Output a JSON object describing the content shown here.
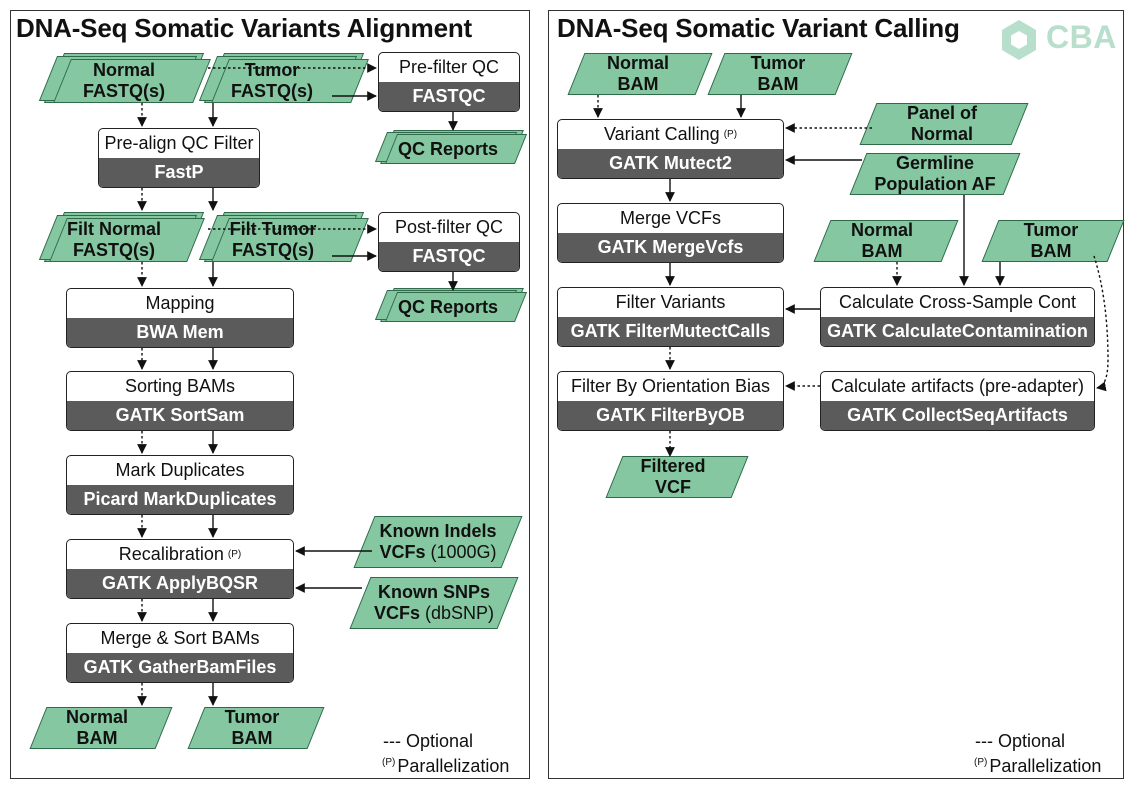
{
  "colors": {
    "data_fill": "#85c7a1",
    "data_border": "#2f6b4b",
    "tool_bar": "#5b5b5b",
    "logo": "#b7dfcb"
  },
  "left": {
    "title": "DNA-Seq Somatic Variants Alignment",
    "normal_fastq": [
      "Normal",
      "FASTQ(s)"
    ],
    "tumor_fastq": [
      "Tumor",
      "FASTQ(s)"
    ],
    "prefilter_qc": {
      "label": "Pre-filter QC",
      "tool": "FASTQC"
    },
    "qc_reports_1": "QC Reports",
    "prealign_qc": {
      "label": "Pre-align QC Filter",
      "tool": "FastP"
    },
    "filt_normal": [
      "Filt Normal",
      "FASTQ(s)"
    ],
    "filt_tumor": [
      "Filt Tumor",
      "FASTQ(s)"
    ],
    "postfilter_qc": {
      "label": "Post-filter QC",
      "tool": "FASTQC"
    },
    "qc_reports_2": "QC Reports",
    "mapping": {
      "label": "Mapping",
      "tool": "BWA Mem"
    },
    "sorting": {
      "label": "Sorting BAMs",
      "tool": "GATK SortSam"
    },
    "markdup": {
      "label": "Mark Duplicates",
      "tool": "Picard MarkDuplicates"
    },
    "recal": {
      "label": "Recalibration",
      "sup": "(P)",
      "tool": "GATK ApplyBQSR"
    },
    "known_indels": {
      "line1": "Known Indels",
      "line2_bold": "VCFs",
      "line2_rest": " (1000G)"
    },
    "known_snps": {
      "line1": "Known SNPs",
      "line2_bold": "VCFs",
      "line2_rest": " (dbSNP)"
    },
    "merge_sort": {
      "label": "Merge & Sort BAMs",
      "tool": "GATK GatherBamFiles"
    },
    "normal_bam": [
      "Normal",
      "BAM"
    ],
    "tumor_bam": [
      "Tumor",
      "BAM"
    ],
    "legend": {
      "optional": "--- Optional",
      "parallel_sup": "(P)",
      "parallel": "Parallelization"
    }
  },
  "right": {
    "title": "DNA-Seq Somatic Variant Calling",
    "logo_text": "CBA",
    "normal_bam": [
      "Normal",
      "BAM"
    ],
    "tumor_bam": [
      "Tumor",
      "BAM"
    ],
    "variant_calling": {
      "label": "Variant Calling",
      "sup": "(P)",
      "tool": "GATK Mutect2"
    },
    "panel_of_normal": [
      "Panel of",
      "Normal"
    ],
    "germline": [
      "Germline",
      "Population AF"
    ],
    "merge_vcfs": {
      "label": "Merge VCFs",
      "tool": "GATK MergeVcfs"
    },
    "normal_bam_2": [
      "Normal",
      "BAM"
    ],
    "tumor_bam_2": [
      "Tumor",
      "BAM"
    ],
    "filter_variants": {
      "label": "Filter Variants",
      "tool": "GATK FilterMutectCalls"
    },
    "cross_sample": {
      "label": "Calculate Cross-Sample Cont",
      "tool": "GATK CalculateContamination"
    },
    "filter_ob": {
      "label": "Filter By Orientation Bias",
      "tool": "GATK FilterByOB"
    },
    "artifacts": {
      "label": "Calculate artifacts (pre-adapter)",
      "tool": "GATK CollectSeqArtifacts"
    },
    "filtered_vcf": [
      "Filtered",
      "VCF"
    ],
    "legend": {
      "optional": "--- Optional",
      "parallel_sup": "(P)",
      "parallel": "Parallelization"
    }
  }
}
